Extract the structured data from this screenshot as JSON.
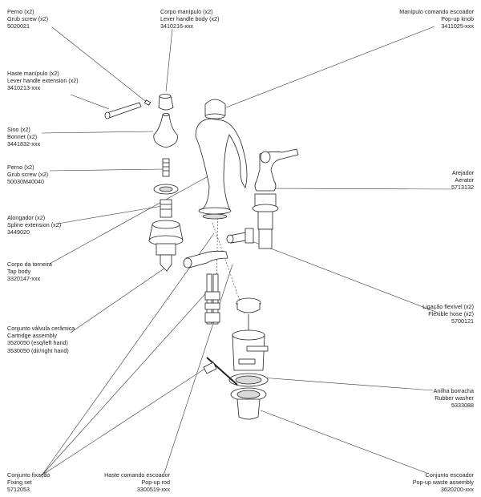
{
  "callouts": {
    "perno_top": {
      "pt": "Perno (x2)",
      "en": "Grub screw (x2)",
      "code": "5020021"
    },
    "corpo_manipulo": {
      "pt": "Corpo manípulo (x2)",
      "en": "Lever handle body (x2)",
      "code": "3410216-xxx"
    },
    "manipulo_escoador": {
      "pt": "Manípulo comando escoador",
      "en": "Pop-up knob",
      "code": "3411025-xxx"
    },
    "haste_manipulo": {
      "pt": "Haste manípulo (x2)",
      "en": "Lever handle extension (x2)",
      "code": "3410213-xxx"
    },
    "sino": {
      "pt": "Sino (x2)",
      "en": "Bonnet (x2)",
      "code": "3441832-xxx"
    },
    "perno_mid": {
      "pt": "Perno (x2)",
      "en": "Grub screw (x2)",
      "code": "50030M40040"
    },
    "arejador": {
      "pt": "Arejador",
      "en": "Aerator",
      "code": "5713132"
    },
    "alongador": {
      "pt": "Alongador (x2)",
      "en": "Spline extension (x2)",
      "code": "3449020"
    },
    "corpo_torneira": {
      "pt": "Corpo da torneira",
      "en": "Tap body",
      "code": "3320147-xxx"
    },
    "ligacao_flexivel": {
      "pt": "Ligação flexível (x2)",
      "en": "Flexible hose (x2)",
      "code": "5700121"
    },
    "conjunto_valvula": {
      "pt": "Conjunto válvula cerâmica",
      "en": "Cartridge assembly",
      "code": "3520050 (esq/left hand)",
      "code2": "3530050 (dir/right hand)"
    },
    "anilha_borracha": {
      "pt": "Anilha borracha",
      "en": "Rubber washer",
      "code": "5333088"
    },
    "conjunto_fixacao": {
      "pt": "Conjunto fixação",
      "en": "Fixing set",
      "code": "5712053"
    },
    "haste_escoador": {
      "pt": "Haste comando escoador",
      "en": "Pop-up rod",
      "code": "3300519-xxx"
    },
    "conjunto_escoador": {
      "pt": "Conjunto escoador",
      "en": "Pop-up waste assembly",
      "code": "3620200-xxx"
    }
  },
  "colors": {
    "ink": "#1e1e1e",
    "line": "#333333",
    "fill": "#ffffff",
    "shade": "#d9d9d9"
  }
}
